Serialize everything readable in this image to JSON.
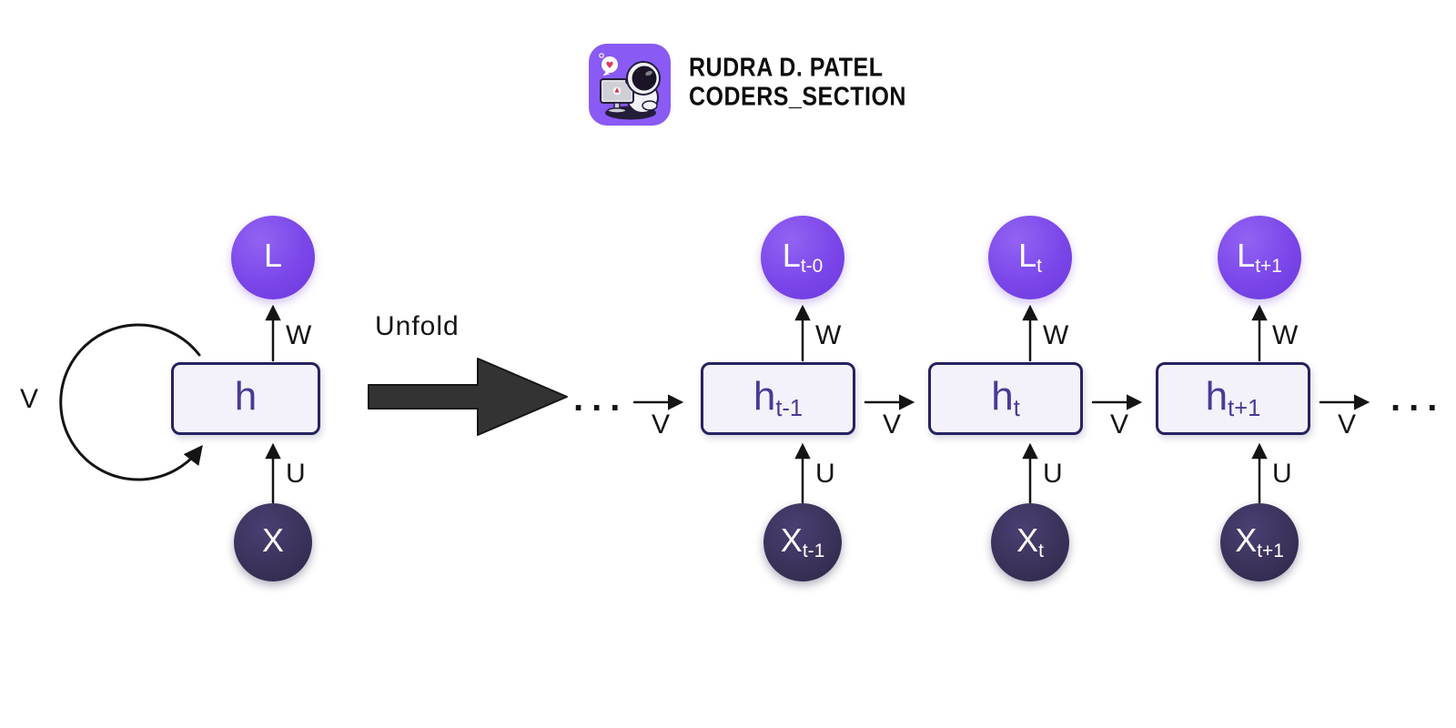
{
  "header": {
    "logo": {
      "icon": "astronaut-coding-logo-icon",
      "bubble_heart": "♥"
    },
    "name": "RUDRA D. PATEL",
    "handle": "CODERS_SECTION"
  },
  "colors": {
    "brand_purple": "#8a5af4",
    "loss_node_purple": "#7b46e9",
    "input_node_dark": "#3a3158",
    "hidden_box_fill": "#f3f2fb",
    "hidden_box_border": "#262260",
    "hidden_text": "#473b95",
    "ink": "#141414"
  },
  "folded": {
    "loss": {
      "base": "L",
      "sub": ""
    },
    "hidden": {
      "base": "h",
      "sub": ""
    },
    "input": {
      "base": "X",
      "sub": ""
    },
    "loop_weight": "V",
    "output_weight": "W",
    "input_weight": "U"
  },
  "unfold": {
    "label": "Unfold"
  },
  "chain": {
    "pre_ellipsis": "...",
    "post_ellipsis": "...",
    "v_labels": [
      "V",
      "V",
      "V",
      "V"
    ],
    "units": [
      {
        "loss": {
          "base": "L",
          "sub": "t-0"
        },
        "hidden": {
          "base": "h",
          "sub": "t-1"
        },
        "input": {
          "base": "X",
          "sub": "t-1"
        },
        "output_weight": "W",
        "input_weight": "U"
      },
      {
        "loss": {
          "base": "L",
          "sub": "t"
        },
        "hidden": {
          "base": "h",
          "sub": "t"
        },
        "input": {
          "base": "X",
          "sub": "t"
        },
        "output_weight": "W",
        "input_weight": "U"
      },
      {
        "loss": {
          "base": "L",
          "sub": "t+1"
        },
        "hidden": {
          "base": "h",
          "sub": "t+1"
        },
        "input": {
          "base": "X",
          "sub": "t+1"
        },
        "output_weight": "W",
        "input_weight": "U"
      }
    ]
  }
}
